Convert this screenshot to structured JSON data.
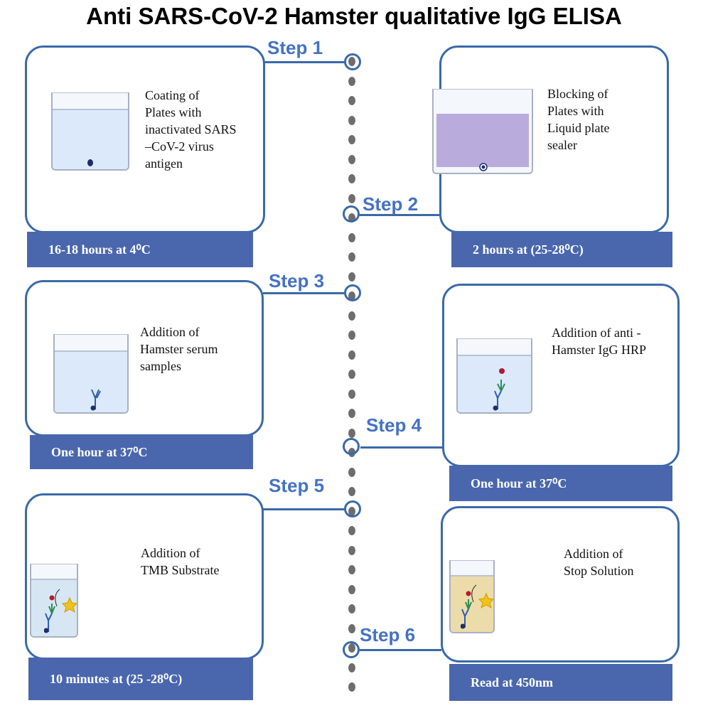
{
  "title": "Anti SARS-CoV-2 Hamster qualitative IgG ELISA",
  "colors": {
    "accent": "#3a6aa8",
    "step_label": "#4472c4",
    "footer": "#4a67ad",
    "dots": "#6d6d6d"
  },
  "steps": [
    {
      "label": "Step 1",
      "description": "Coating of\nPlates  with\ninactivated SARS\n–CoV-2 virus\nantigen",
      "duration": "16-18 hours at  4⁰C",
      "liquid_color": "#dbe9fb"
    },
    {
      "label": "Step 2",
      "description": "Blocking of\nPlates with\nLiquid plate\nsealer",
      "duration": "2 hours at (25-28⁰C)",
      "liquid_color": "#b9acdc"
    },
    {
      "label": "Step 3",
      "description": "Addition of\nHamster serum\nsamples",
      "duration": "One hour at  37⁰C",
      "liquid_color": "#dbe9fb"
    },
    {
      "label": "Step 4",
      "description": "Addition of anti -\nHamster IgG HRP",
      "duration": "One hour at  37⁰C",
      "liquid_color": "#dbe9fb"
    },
    {
      "label": "Step 5",
      "description": "Addition  of\nTMB Substrate",
      "duration": "10 minutes at (25 -28⁰C)",
      "liquid_color": "#d6e6f2"
    },
    {
      "label": "Step 6",
      "description": "Addition  of\nStop Solution",
      "duration": "Read at 450nm",
      "liquid_color": "#ecdcaa"
    }
  ]
}
